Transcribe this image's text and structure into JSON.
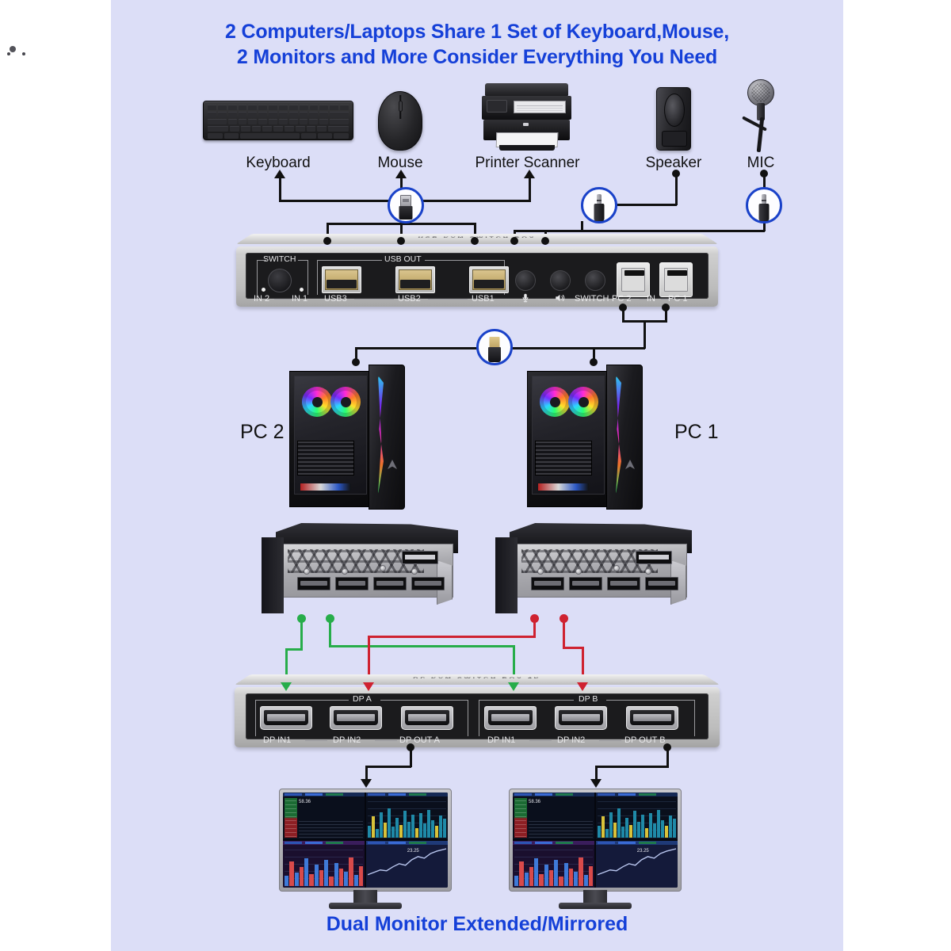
{
  "title": {
    "line1": "2 Computers/Laptops Share 1 Set of Keyboard,Mouse,",
    "line2": "2 Monitors and More Consider Everything You Need",
    "color": "#1540d8"
  },
  "footer": {
    "caption": "Dual Monitor Extended/Mirrored",
    "color": "#1540d8"
  },
  "peripherals": [
    {
      "id": "keyboard",
      "label": "Keyboard"
    },
    {
      "id": "mouse",
      "label": "Mouse"
    },
    {
      "id": "printer",
      "label": "Printer Scanner"
    },
    {
      "id": "speaker",
      "label": "Speaker"
    },
    {
      "id": "mic",
      "label": "MIC"
    }
  ],
  "connector_badges": [
    {
      "id": "usb-a-plug",
      "type": "usb-a"
    },
    {
      "id": "audio-jack-mic",
      "type": "audio-jack"
    },
    {
      "id": "audio-jack-speaker",
      "type": "audio-jack"
    },
    {
      "id": "usb-b-cable",
      "type": "usb-b"
    },
    {
      "id": "dp-cable",
      "type": "displayport"
    }
  ],
  "usb_switch": {
    "name": "usb-kvm-switch",
    "switch_label": "SWITCH",
    "usb_out_label": "USB OUT",
    "inputs": {
      "in2": "IN 2",
      "in1": "IN 1",
      "separator": "—"
    },
    "usb_ports": [
      {
        "id": "usb3",
        "label": "USB3"
      },
      {
        "id": "usb2",
        "label": "USB2"
      },
      {
        "id": "usb1",
        "label": "USB1"
      }
    ],
    "jacks": [
      {
        "id": "mic-jack",
        "icon": "microphone-icon",
        "label": ""
      },
      {
        "id": "speaker-jack",
        "icon": "speaker-icon",
        "label": ""
      },
      {
        "id": "switch-button",
        "icon": "",
        "label": "SWITCH"
      }
    ],
    "pc_ports": {
      "pc2": "PC 2",
      "in": "IN",
      "pc1": "PC 1"
    }
  },
  "computers": [
    {
      "id": "pc2",
      "label": "PC 2"
    },
    {
      "id": "pc1",
      "label": "PC 1"
    }
  ],
  "gpus": [
    {
      "id": "gpu-pc2",
      "ports": [
        "DP",
        "DP",
        "HDMI",
        "HDMI"
      ],
      "top_port": "DP"
    },
    {
      "id": "gpu-pc1",
      "ports": [
        "DP",
        "DP",
        "HDMI",
        "HDMI"
      ],
      "top_port": "DP"
    }
  ],
  "dp_switch": {
    "name": "displayport-kvm-switch",
    "groups": [
      {
        "id": "dp-a",
        "group_label": "DP A",
        "ports": [
          {
            "id": "dp-a-in1",
            "label": "DP IN1"
          },
          {
            "id": "dp-a-in2",
            "label": "DP IN2"
          },
          {
            "id": "dp-out-a",
            "label": "DP OUT A"
          }
        ]
      },
      {
        "id": "dp-b",
        "group_label": "DP B",
        "ports": [
          {
            "id": "dp-b-in1",
            "label": "DP IN1"
          },
          {
            "id": "dp-b-in2",
            "label": "DP IN2"
          },
          {
            "id": "dp-out-b",
            "label": "DP OUT B"
          }
        ]
      }
    ]
  },
  "monitors": [
    {
      "id": "monitor-left"
    },
    {
      "id": "monitor-right"
    }
  ],
  "cable_colors": {
    "pc2_link": "#27ad4a",
    "pc1_link": "#cf2230",
    "signal_line": "#111111",
    "badge_ring": "#1a42c9"
  },
  "background": {
    "page": "#ffffff",
    "panel": "#dcdef7"
  }
}
